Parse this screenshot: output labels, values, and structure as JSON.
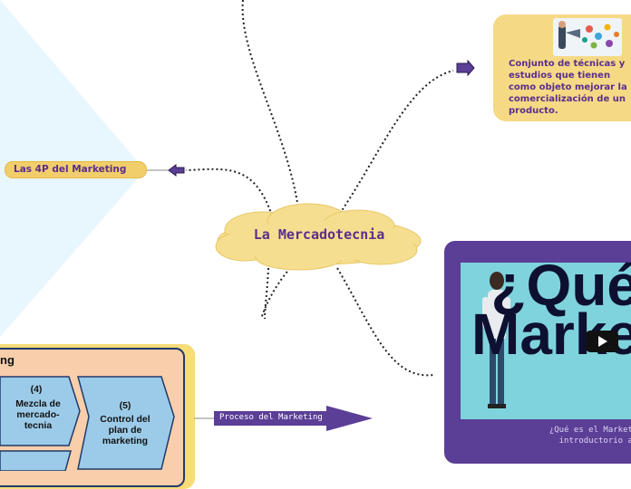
{
  "central_topic": {
    "label": "La Mercadotecnia"
  },
  "left_branch": {
    "label": "Las 4P del Marketing"
  },
  "definition_branch": {
    "image_icon": "marketing-icons-illustration",
    "text": "Conjunto de técnicas y estudios que tienen como objeto mejorar la comercialización de un producto."
  },
  "video_branch": {
    "title_line1": "¿Qué",
    "title_line2": "Marke",
    "caption_line1": "¿Qué es el Marketing",
    "caption_line2": "introductorio al",
    "play_icon": "play-icon"
  },
  "process_branch": {
    "label": "Proceso del Marketing",
    "diagram_title": "ng",
    "steps": [
      {
        "number": "(4)",
        "label": "Mezcla de mercado-tecnia"
      },
      {
        "number": "(5)",
        "label": "Control del plan de marketing"
      }
    ]
  },
  "colors": {
    "accent_purple": "#5b3e96",
    "node_yellow": "#f1ce6a",
    "cloud_yellow": "#f5de8f",
    "step_blue": "#9ccbe9"
  }
}
